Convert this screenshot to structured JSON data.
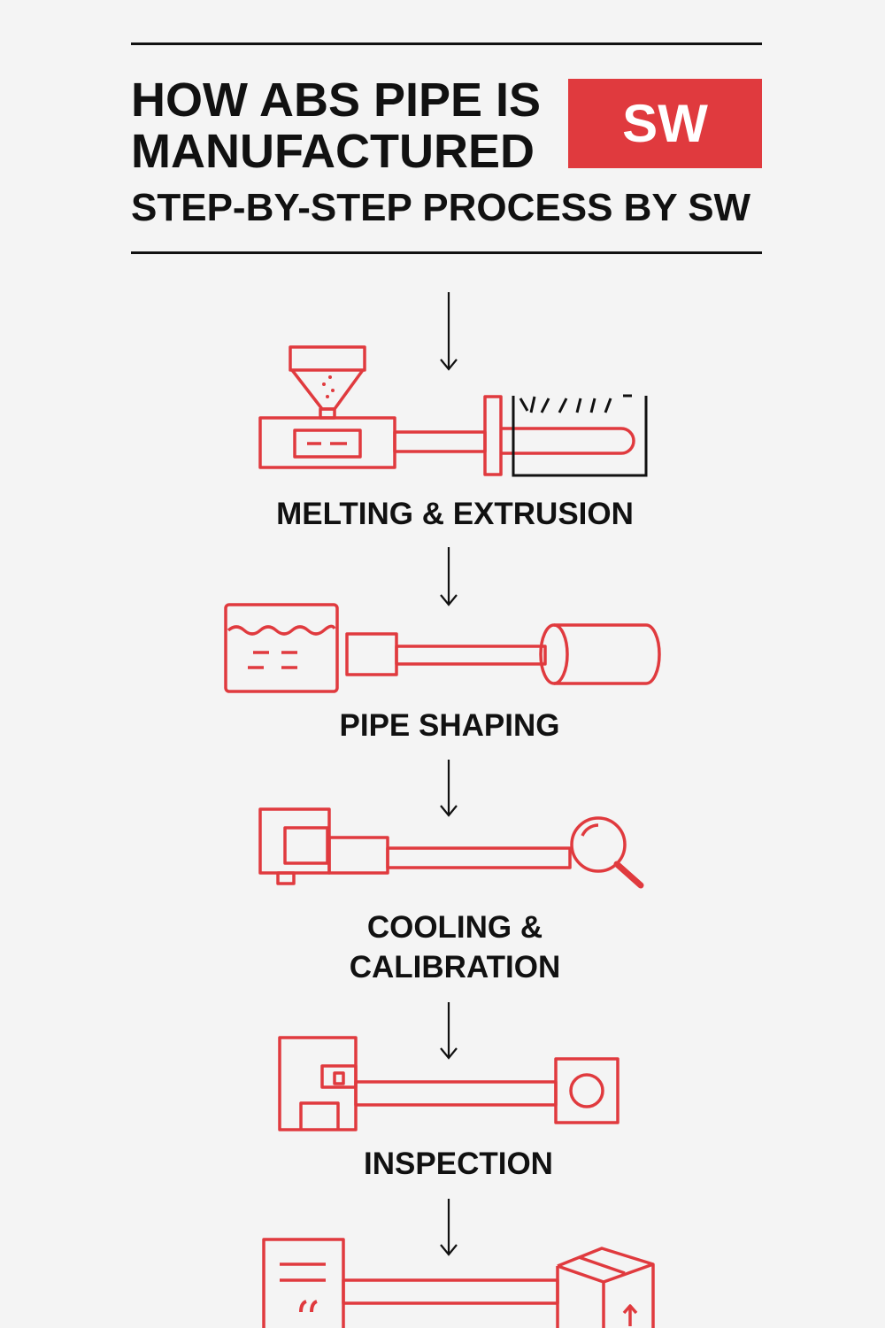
{
  "header": {
    "title_line1": "HOW ABS PIPE IS",
    "title_line2": "MANUFACTURED",
    "logo_text": "SW",
    "subtitle": "STEP-BY-STEP PROCESS BY SW"
  },
  "steps": [
    {
      "label": "MELTING & EXTRUSION",
      "icon": "extruder-hopper-icon"
    },
    {
      "label": "PIPE SHAPING",
      "icon": "shaping-tank-icon"
    },
    {
      "label_line1": "COOLING &",
      "label_line2": "CALIBRATION",
      "icon": "cooling-calibration-icon"
    },
    {
      "label": "INSPECTION",
      "icon": "inspection-station-icon"
    },
    {
      "icon": "packaging-box-icon"
    }
  ],
  "colors": {
    "accent": "#e03a3e",
    "ink": "#111111",
    "background": "#f4f4f4"
  }
}
